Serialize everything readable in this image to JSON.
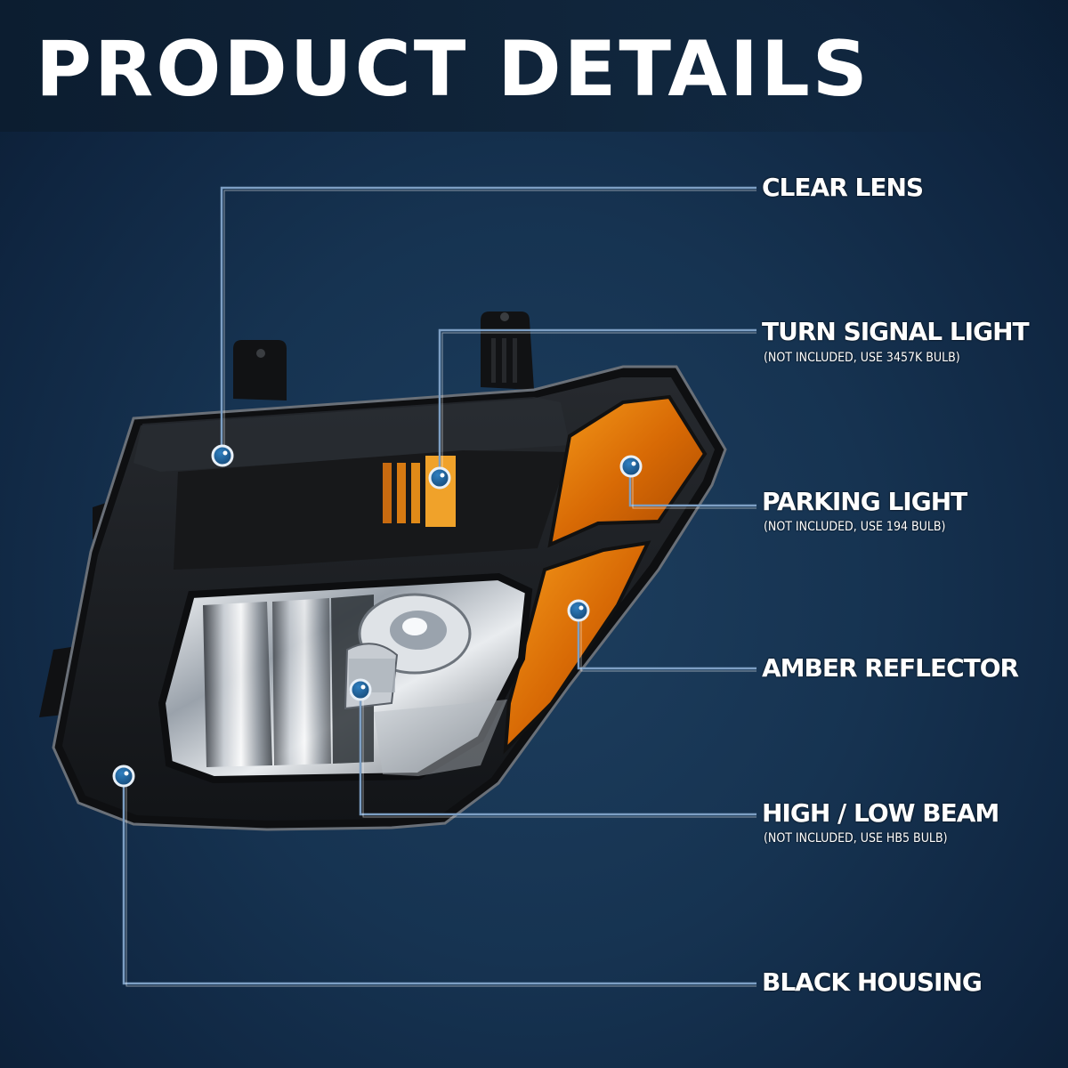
{
  "header": {
    "title": "PRODUCT DETAILS"
  },
  "callouts": [
    {
      "label": "CLEAR LENS",
      "note": ""
    },
    {
      "label": "TURN SIGNAL LIGHT",
      "note": "(NOT INCLUDED, USE 3457K BULB)"
    },
    {
      "label": "PARKING LIGHT",
      "note": "(NOT INCLUDED, USE 194 BULB)"
    },
    {
      "label": "AMBER REFLECTOR",
      "note": ""
    },
    {
      "label": "HIGH / LOW BEAM",
      "note": "(NOT INCLUDED, USE HB5 BULB)"
    },
    {
      "label": "BLACK HOUSING",
      "note": ""
    }
  ],
  "colors": {
    "background": "#163351",
    "callout_line": "#7d9fc4",
    "marker": "#1d5f96",
    "amber": "#e07a0a",
    "housing": "#141414"
  }
}
